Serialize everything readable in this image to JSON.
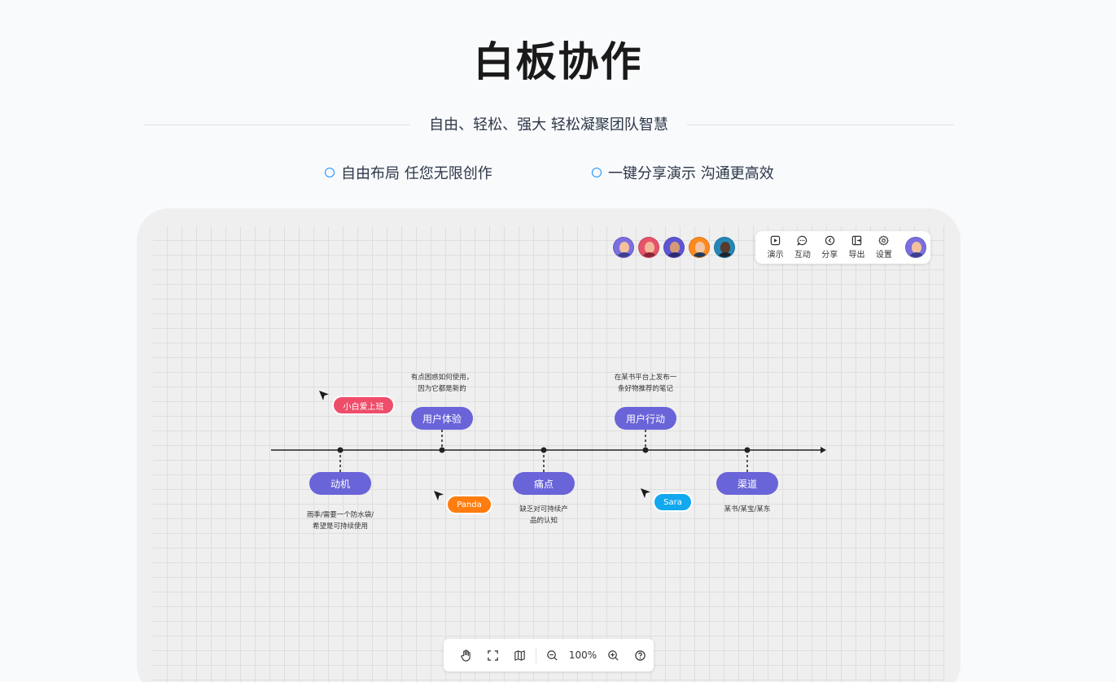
{
  "header": {
    "title": "白板协作",
    "subtitle": "自由、轻松、强大 轻松凝聚团队智慧",
    "features": [
      "自由布局 任您无限创作",
      "一键分享演示 沟通更高效"
    ]
  },
  "toolbar": {
    "present": "演示",
    "interact": "互动",
    "share": "分享",
    "export": "导出",
    "settings": "设置"
  },
  "timeline": {
    "above": [
      {
        "label": "用户体验",
        "note_line1": "有点困惑如何使用，",
        "note_line2": "因为它都是新的"
      },
      {
        "label": "用户行动",
        "note_line1": "在某书平台上发布一",
        "note_line2": "条好物推荐的笔记"
      }
    ],
    "below": [
      {
        "label": "动机",
        "note_line1": "雨季/需要一个防水袋/",
        "note_line2": "希望是可持续使用"
      },
      {
        "label": "痛点",
        "note_line1": "缺乏对可持续产",
        "note_line2": "品的认知"
      },
      {
        "label": "渠道",
        "note_line1": "某书/某宝/某东",
        "note_line2": ""
      }
    ]
  },
  "cursors": [
    {
      "name": "小白爱上班",
      "color": "#ee4d6a"
    },
    {
      "name": "Panda",
      "color": "#ff7d0f"
    },
    {
      "name": "Sara",
      "color": "#12a8ef"
    }
  ],
  "colors": {
    "accent": "#6a64d9",
    "feature_dot": "#1890ff"
  },
  "bottom_bar": {
    "zoom": "100%"
  }
}
